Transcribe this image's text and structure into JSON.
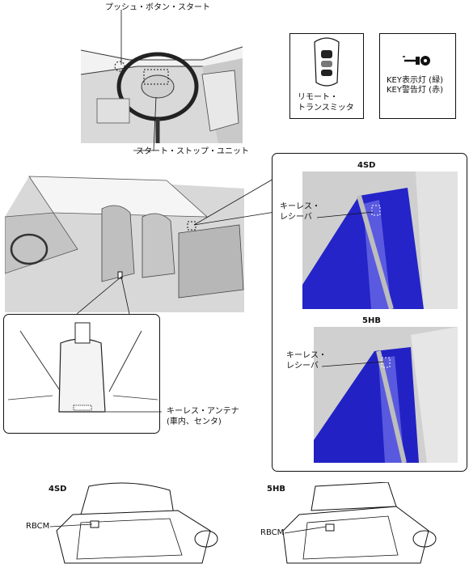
{
  "callouts": {
    "push_button_start": "プッシュ・ボタン・スタート",
    "start_stop_unit": "スタート・ストップ・ユニット",
    "remote_transmitter_line1": "リモート・",
    "remote_transmitter_line2": "トランスミッタ",
    "key_indicator_line1": "KEY表示灯 (緑)",
    "key_indicator_line2": "KEY警告灯 (赤)",
    "keyless_antenna_line1": "キーレス・アンテナ",
    "keyless_antenna_line2": "(車内、センタ)"
  },
  "receiver_panel": {
    "sd_title": "4SD",
    "hb_title": "5HB",
    "receiver_line1": "キーレス・",
    "receiver_line2": "レシーバ",
    "receiver_line1_hb": "キーレス・",
    "receiver_line2_hb": "レシーバ"
  },
  "trunk": {
    "sd_title": "4SD",
    "hb_title": "5HB",
    "rbcm_sd": "RBCM",
    "rbcm_hb": "RBCM"
  },
  "colors": {
    "line": "#111111",
    "seat_blue": "#2a2ad0",
    "panel_gray": "#bdbdbd"
  }
}
